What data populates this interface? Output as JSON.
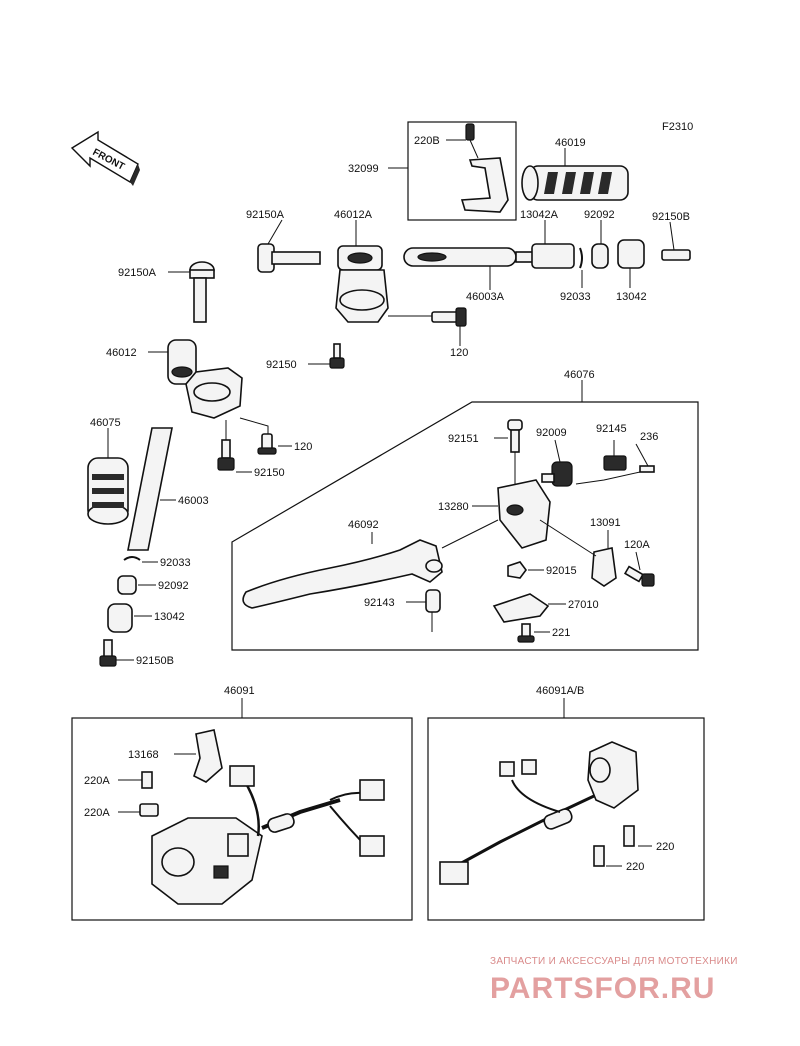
{
  "figure_code": "F2310",
  "front_label": "FRONT",
  "labels": {
    "p32099": "32099",
    "p220B": "220B",
    "p46019": "46019",
    "p92150A_top": "92150A",
    "p46012A": "46012A",
    "p13042A": "13042A",
    "p92092_top": "92092",
    "p92150B_top": "92150B",
    "p92150A_left": "92150A",
    "p46003A": "46003A",
    "p92033_top": "92033",
    "p13042_top": "13042",
    "p46012": "46012",
    "p92150_mid": "92150",
    "p120_mid": "120",
    "p46076": "46076",
    "p46075": "46075",
    "p120_left": "120",
    "p92150_left": "92150",
    "p46003": "46003",
    "p92151": "92151",
    "p92009": "92009",
    "p92145": "92145",
    "p236": "236",
    "p13280": "13280",
    "p13091": "13091",
    "p46092": "46092",
    "p120A": "120A",
    "p92033_left": "92033",
    "p92015": "92015",
    "p92092_left": "92092",
    "p92143": "92143",
    "p27010": "27010",
    "p13042_left": "13042",
    "p221": "221",
    "p92150B_left": "92150B",
    "p46091": "46091",
    "p46091AB": "46091A/B",
    "p13168": "13168",
    "p220A_1": "220A",
    "p220A_2": "220A",
    "p220_1": "220",
    "p220_2": "220"
  },
  "watermark": {
    "tagline": "ЗАПЧАСТИ И АКСЕССУАРЫ ДЛЯ МОТОТЕХНИКИ",
    "brand": "PARTSFOR.RU"
  }
}
